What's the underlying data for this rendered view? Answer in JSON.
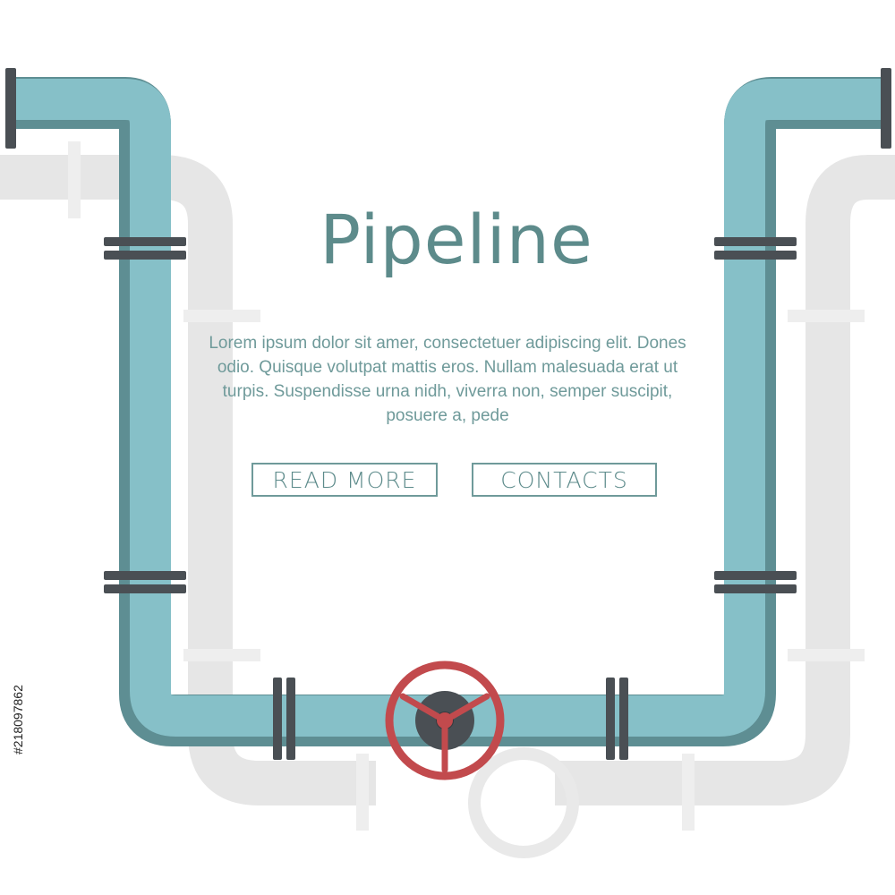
{
  "title": "Pipeline",
  "body_text": "Lorem ipsum dolor sit amer, consectetuer adipiscing elit. Dones odio. Quisque volutpat mattis eros. Nullam malesuada erat ut turpis. Suspendisse urna nidh, viverra non, semper suscipit, posuere a, pede",
  "buttons": {
    "read_more": "READ MORE",
    "contacts": "CONTACTS"
  },
  "stock_id": "#218097862",
  "colors": {
    "pipe": "#86c0c8",
    "pipe_shade": "#5e8e93",
    "shadow_pipe": "#e6e6e6",
    "flange": "#4a4f54",
    "valve_wheel": "#c24a4d",
    "text": "#5d8b8b"
  },
  "icons": [
    "valve-wheel-icon",
    "pipe-flange-icon"
  ]
}
